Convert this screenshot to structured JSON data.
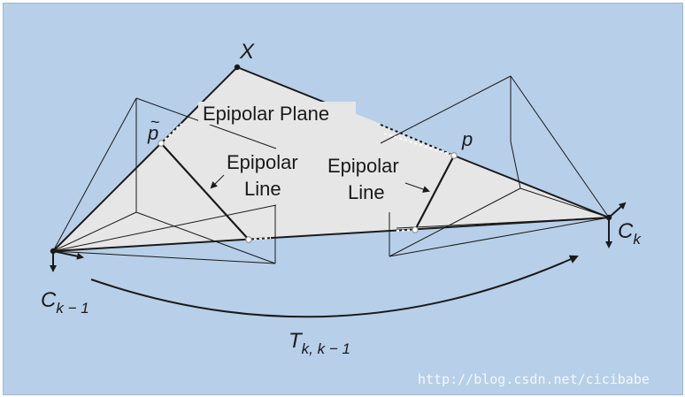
{
  "diagram": {
    "point_x": "X",
    "epipolar_plane": "Epipolar Plane",
    "p_tilde": "p",
    "p": "p",
    "left_epipolar_line": [
      "Epipolar",
      "Line"
    ],
    "right_epipolar_line": [
      "Epipolar",
      "Line"
    ],
    "camera_left": {
      "base": "C",
      "sub": "k − 1"
    },
    "camera_right": {
      "base": "C",
      "sub": "k"
    },
    "transform": {
      "base": "T",
      "sub": "k, k − 1"
    },
    "tilde": "~"
  },
  "watermark": "http://blog.csdn.net/cicibabe",
  "colors": {
    "background": "#b7cfe9",
    "plane_fill": "#e6e6e6",
    "line": "#1a1a1a"
  }
}
